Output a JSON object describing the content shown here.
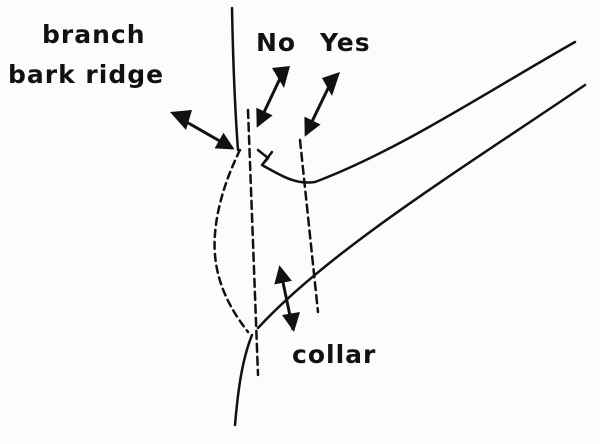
{
  "labels": {
    "branch": "branch",
    "bark_ridge": "bark ridge",
    "no": "No",
    "yes": "Yes",
    "collar": "collar"
  },
  "colors": {
    "ink": "#111111",
    "background": "#fcfcfc"
  }
}
